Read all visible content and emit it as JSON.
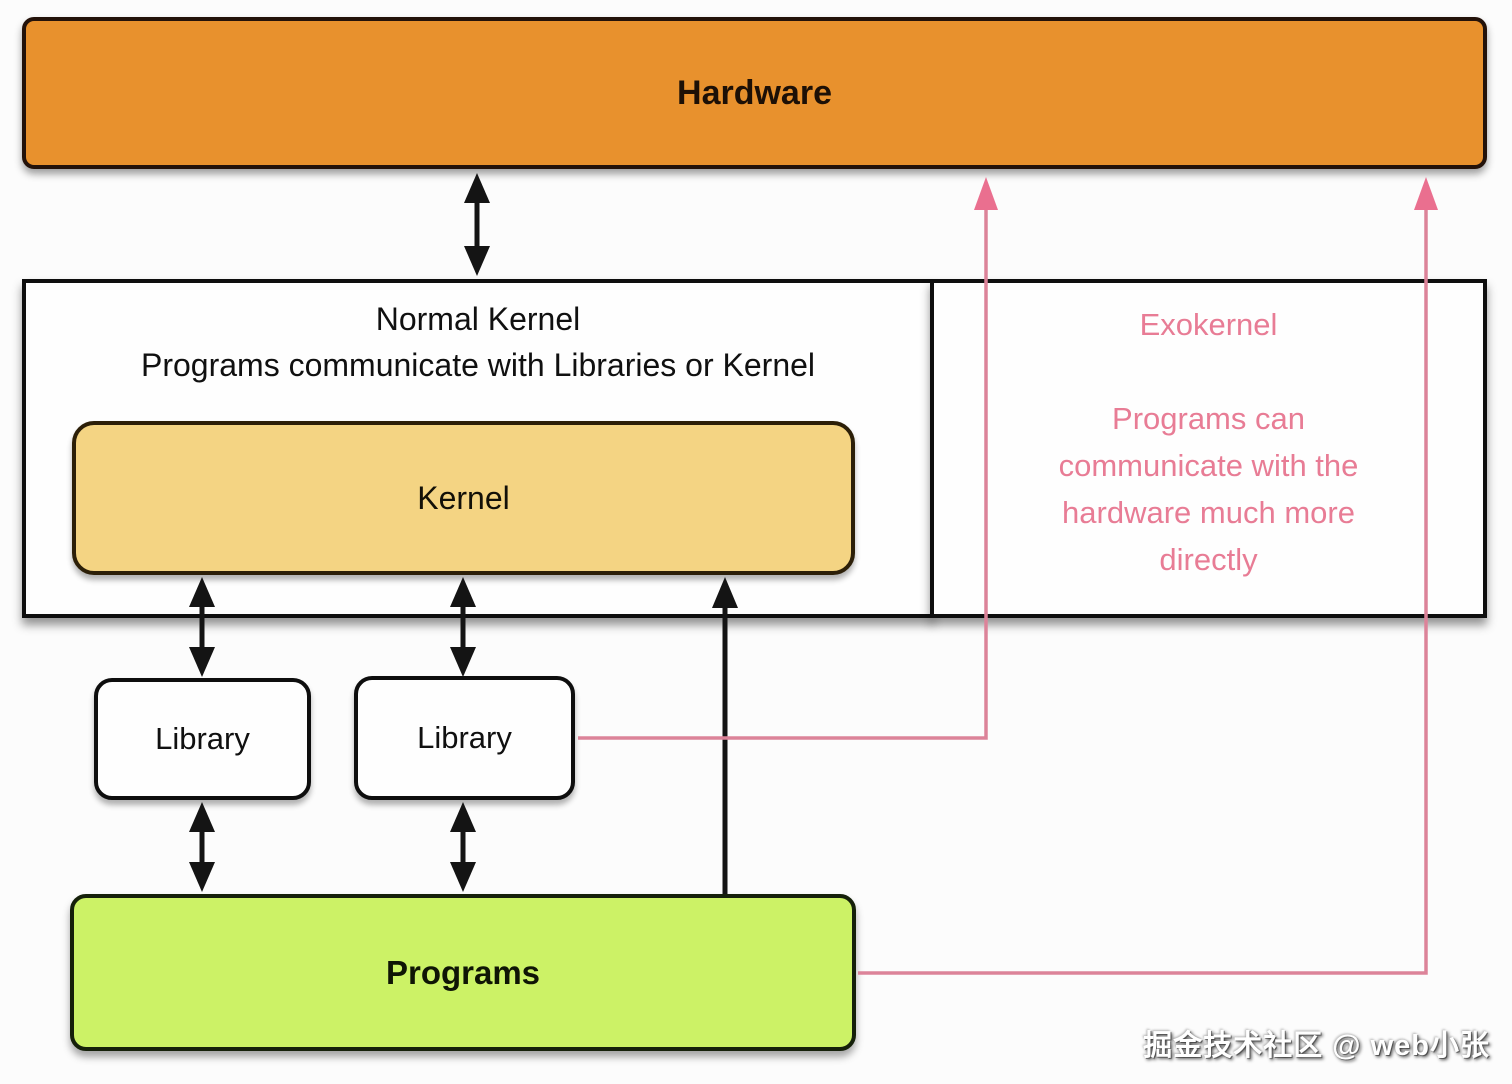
{
  "diagram": {
    "hardware": {
      "label": "Hardware"
    },
    "normal_kernel": {
      "title": "Normal Kernel",
      "subtitle": "Programs communicate with Libraries or Kernel"
    },
    "kernel": {
      "label": "Kernel"
    },
    "exokernel": {
      "title": "Exokernel",
      "description_lines": [
        "Programs can",
        "communicate with the",
        "hardware much more",
        "directly"
      ]
    },
    "libraries": [
      {
        "label": "Library"
      },
      {
        "label": "Library"
      }
    ],
    "programs": {
      "label": "Programs"
    },
    "watermark": "掘金技术社区 @ web小张",
    "colors": {
      "hardware_fill": "#E8912D",
      "kernel_fill": "#F4D483",
      "programs_fill": "#CCF266",
      "box_fill": "#FEFEFE",
      "border_black": "#0E0E0E",
      "arrow_black": "#141414",
      "exo_pink_line": "#DC8399",
      "exo_pink_arrowhead": "#EA6F8F",
      "exo_pink_text": "#E87C95"
    }
  }
}
